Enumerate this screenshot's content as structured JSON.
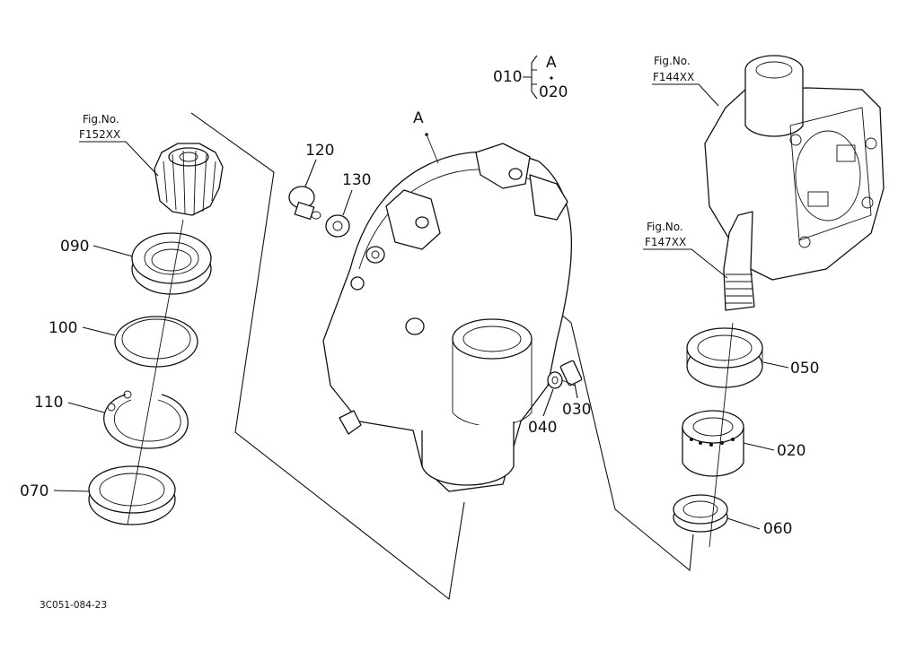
{
  "diagram": {
    "drawing_code": "3C051-084-23",
    "group_label": {
      "prefix": "010",
      "items": [
        "A",
        "020"
      ]
    },
    "housing_label": "A",
    "figure_refs": [
      {
        "id": "fig-f152",
        "title": "Fig.No.",
        "number": "F152XX"
      },
      {
        "id": "fig-f144",
        "title": "Fig.No.",
        "number": "F144XX"
      },
      {
        "id": "fig-f147",
        "title": "Fig.No.",
        "number": "F147XX"
      }
    ],
    "part_numbers": {
      "p090": "090",
      "p100": "100",
      "p110": "110",
      "p070": "070",
      "p120": "120",
      "p130": "130",
      "p040": "040",
      "p030": "030",
      "p050": "050",
      "p020": "020",
      "p060": "060"
    }
  }
}
